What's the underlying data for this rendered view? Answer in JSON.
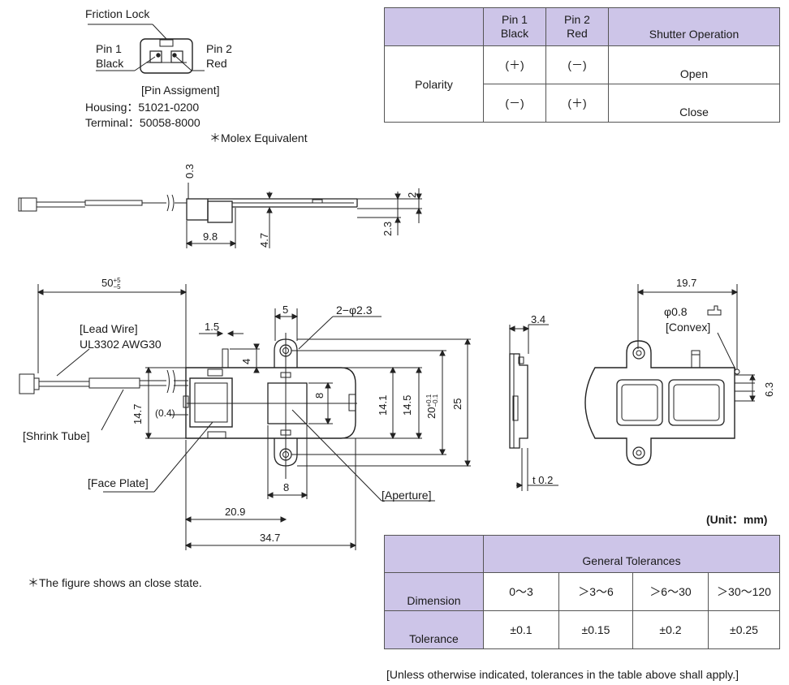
{
  "pin_assignment": {
    "friction_lock": "Friction Lock",
    "pin1_line1": "Pin 1",
    "pin1_line2": "Black",
    "pin2_line1": "Pin 2",
    "pin2_line2": "Red",
    "caption": "[Pin Assigment]",
    "housing": "Housing：51021-0200",
    "terminal": "Terminal：50058-8000",
    "molex_note": "＊Molex Equivalent"
  },
  "polarity_table": {
    "col_pin1_line1": "Pin 1",
    "col_pin1_line2": "Black",
    "col_pin2_line1": "Pin 2",
    "col_pin2_line2": "Red",
    "col_operation": "Shutter Operation",
    "row_label": "Polarity",
    "row1_pin1": "(＋)",
    "row1_pin2": "(－)",
    "row1_operation": "Open",
    "row2_pin1": "(－)",
    "row2_pin2": "(＋)",
    "row2_operation": "Close"
  },
  "side_view": {
    "dim_03": "0.3",
    "dim_2": "2",
    "dim_23": "2.3",
    "dim_98": "9.8",
    "dim_47": "4.7"
  },
  "front_view": {
    "dim_50": "50",
    "dim_50_tol_plus": "+5",
    "dim_50_tol_minus": "−5",
    "lead_wire": "[Lead Wire]",
    "lead_wire_spec": "UL3302 AWG30",
    "dim_15": "1.5",
    "dim_5": "5",
    "hole_spec": "2−φ2.3",
    "dim_4": "4",
    "dim_147": "14.7",
    "dim_04": "(0.4)",
    "dim_8_vert": "8",
    "dim_141": "14.1",
    "dim_145": "14.5",
    "dim_20": "20",
    "dim_20_tol_plus": "+0.1",
    "dim_20_tol_minus": "−0.1",
    "dim_25": "25",
    "shrink_tube": "[Shrink Tube]",
    "face_plate": "[Face Plate]",
    "dim_8_horiz": "8",
    "aperture": "[Aperture]",
    "dim_209": "20.9",
    "dim_347": "34.7"
  },
  "thin_view": {
    "dim_34": "3.4",
    "dim_t02": "t 0.2"
  },
  "back_view": {
    "dim_197": "19.7",
    "convex_spec": "φ0.8",
    "convex_label": "[Convex]",
    "dim_63": "6.3"
  },
  "unit_label": "(Unit：mm)",
  "figure_note": "＊The figure shows an close state.",
  "tolerance_table": {
    "header": "General Tolerances",
    "row1_label": "Dimension",
    "row2_label": "Tolerance",
    "ranges": [
      "0～3",
      "＞3～6",
      "＞6～30",
      "＞30～120"
    ],
    "tolerances": [
      "±0.1",
      "±0.15",
      "±0.2",
      "±0.25"
    ]
  },
  "footer_note": "[Unless otherwise indicated, tolerances in the table above shall apply.]"
}
